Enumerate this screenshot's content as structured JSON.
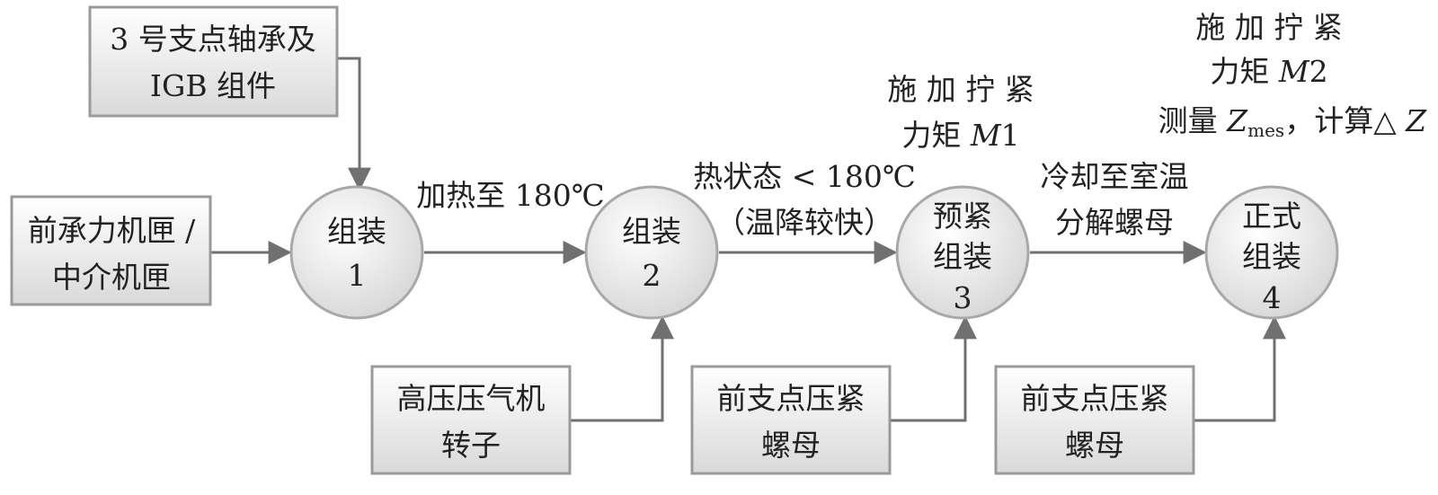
{
  "boxes": {
    "bearing": {
      "line1": "3 号支点轴承及",
      "line2": "IGB 组件"
    },
    "front_casing": {
      "line1": "前承力机匣 /",
      "line2": "中介机匣"
    },
    "hpc_rotor": {
      "line1": "高压压气机",
      "line2": "转子"
    },
    "nut_a": {
      "line1": "前支点压紧",
      "line2": "螺母"
    },
    "nut_b": {
      "line1": "前支点压紧",
      "line2": "螺母"
    }
  },
  "nodes": {
    "n1": {
      "line1": "组装",
      "line2": "1"
    },
    "n2": {
      "line1": "组装",
      "line2": "2"
    },
    "n3": {
      "line1": "预紧",
      "line2": "组装",
      "line3": "3"
    },
    "n4": {
      "line1": "正式",
      "line2": "组装",
      "line3": "4"
    }
  },
  "edges": {
    "e12": {
      "label": "加热至 180℃"
    },
    "e23": {
      "line1": "热状态 < 180℃",
      "line2": "（温降较快）"
    },
    "e34": {
      "line1": "冷却至室温",
      "line2": "分解螺母"
    }
  },
  "annotations": {
    "m1": {
      "line1": "施 加 拧 紧",
      "line2_prefix": "力矩 ",
      "symbol": "M",
      "num": "1"
    },
    "m2": {
      "line1": "施 加 拧 紧",
      "line2_prefix": "力矩 ",
      "symbol": "M",
      "num": "2",
      "line3_prefix": "测量 ",
      "z_symbol": "Z",
      "z_sub": "mes",
      "line3_mid": "，计算△ ",
      "z2_symbol": "Z"
    }
  }
}
